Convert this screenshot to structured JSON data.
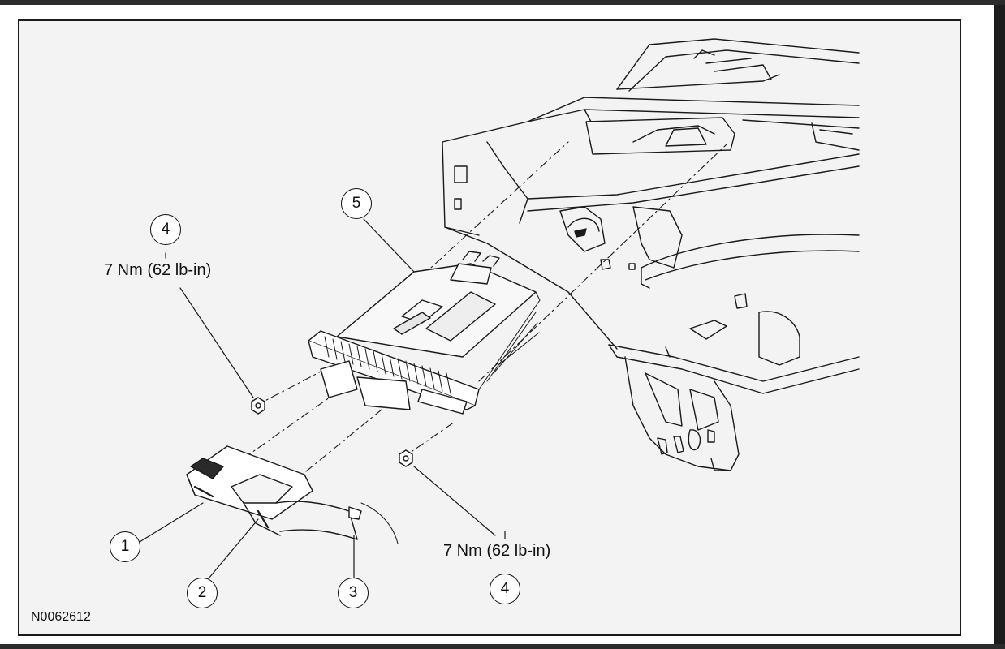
{
  "figure_id": "N0062612",
  "callouts": {
    "c1": "1",
    "c2": "2",
    "c3": "3",
    "c4_top": "4",
    "c4_bottom": "4",
    "c5": "5"
  },
  "torque": {
    "top": "7 Nm (62 lb-in)",
    "bottom": "7 Nm (62 lb-in)"
  }
}
